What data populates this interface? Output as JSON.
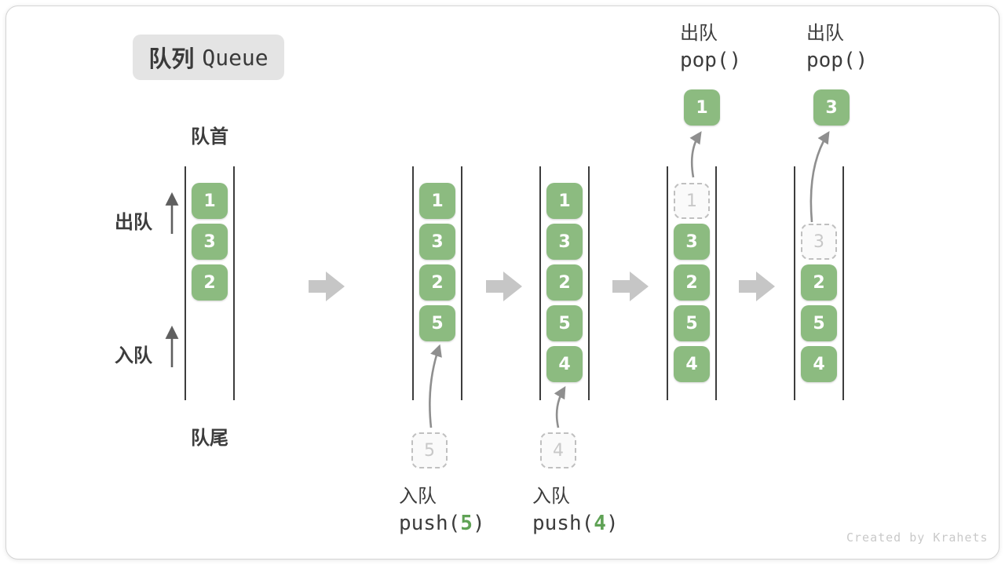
{
  "title": {
    "zh": "队列",
    "en": "Queue"
  },
  "labels": {
    "front": "队首",
    "rear": "队尾",
    "dequeue_side": "出队",
    "enqueue_side": "入队"
  },
  "states": [
    {
      "cells": [
        {
          "value": "1",
          "style": "solid",
          "row": 1
        },
        {
          "value": "3",
          "style": "solid",
          "row": 2
        },
        {
          "value": "2",
          "style": "solid",
          "row": 3
        }
      ]
    },
    {
      "cells": [
        {
          "value": "1",
          "style": "solid",
          "row": 1
        },
        {
          "value": "3",
          "style": "solid",
          "row": 2
        },
        {
          "value": "2",
          "style": "solid",
          "row": 3
        },
        {
          "value": "5",
          "style": "solid",
          "row": 4
        }
      ]
    },
    {
      "cells": [
        {
          "value": "1",
          "style": "solid",
          "row": 1
        },
        {
          "value": "3",
          "style": "solid",
          "row": 2
        },
        {
          "value": "2",
          "style": "solid",
          "row": 3
        },
        {
          "value": "5",
          "style": "solid",
          "row": 4
        },
        {
          "value": "4",
          "style": "solid",
          "row": 5
        }
      ]
    },
    {
      "cells": [
        {
          "value": "1",
          "style": "ghost",
          "row": 1
        },
        {
          "value": "3",
          "style": "solid",
          "row": 2
        },
        {
          "value": "2",
          "style": "solid",
          "row": 3
        },
        {
          "value": "5",
          "style": "solid",
          "row": 4
        },
        {
          "value": "4",
          "style": "solid",
          "row": 5
        }
      ]
    },
    {
      "cells": [
        {
          "value": "3",
          "style": "ghost",
          "row": 2
        },
        {
          "value": "2",
          "style": "solid",
          "row": 3
        },
        {
          "value": "5",
          "style": "solid",
          "row": 4
        },
        {
          "value": "4",
          "style": "solid",
          "row": 5
        }
      ]
    }
  ],
  "pushes": [
    {
      "zh": "入队",
      "fn": "push(",
      "arg": "5",
      "close": ")",
      "incoming": "5"
    },
    {
      "zh": "入队",
      "fn": "push(",
      "arg": "4",
      "close": ")",
      "incoming": "4"
    }
  ],
  "pops": [
    {
      "zh": "出队",
      "code": "pop()",
      "value": "1"
    },
    {
      "zh": "出队",
      "code": "pop()",
      "value": "3"
    }
  ],
  "watermark": "Created by Krahets",
  "colors": {
    "box_green": "#8cbb80",
    "code_green": "#5fa255",
    "chip_bg": "#e4e4e4",
    "text_dark": "#3a3a3a",
    "block_arrow_gray": "#c6c6c6",
    "ghost_gray": "#c8c8c8",
    "curve_arrow_gray": "#8f8f8f"
  }
}
